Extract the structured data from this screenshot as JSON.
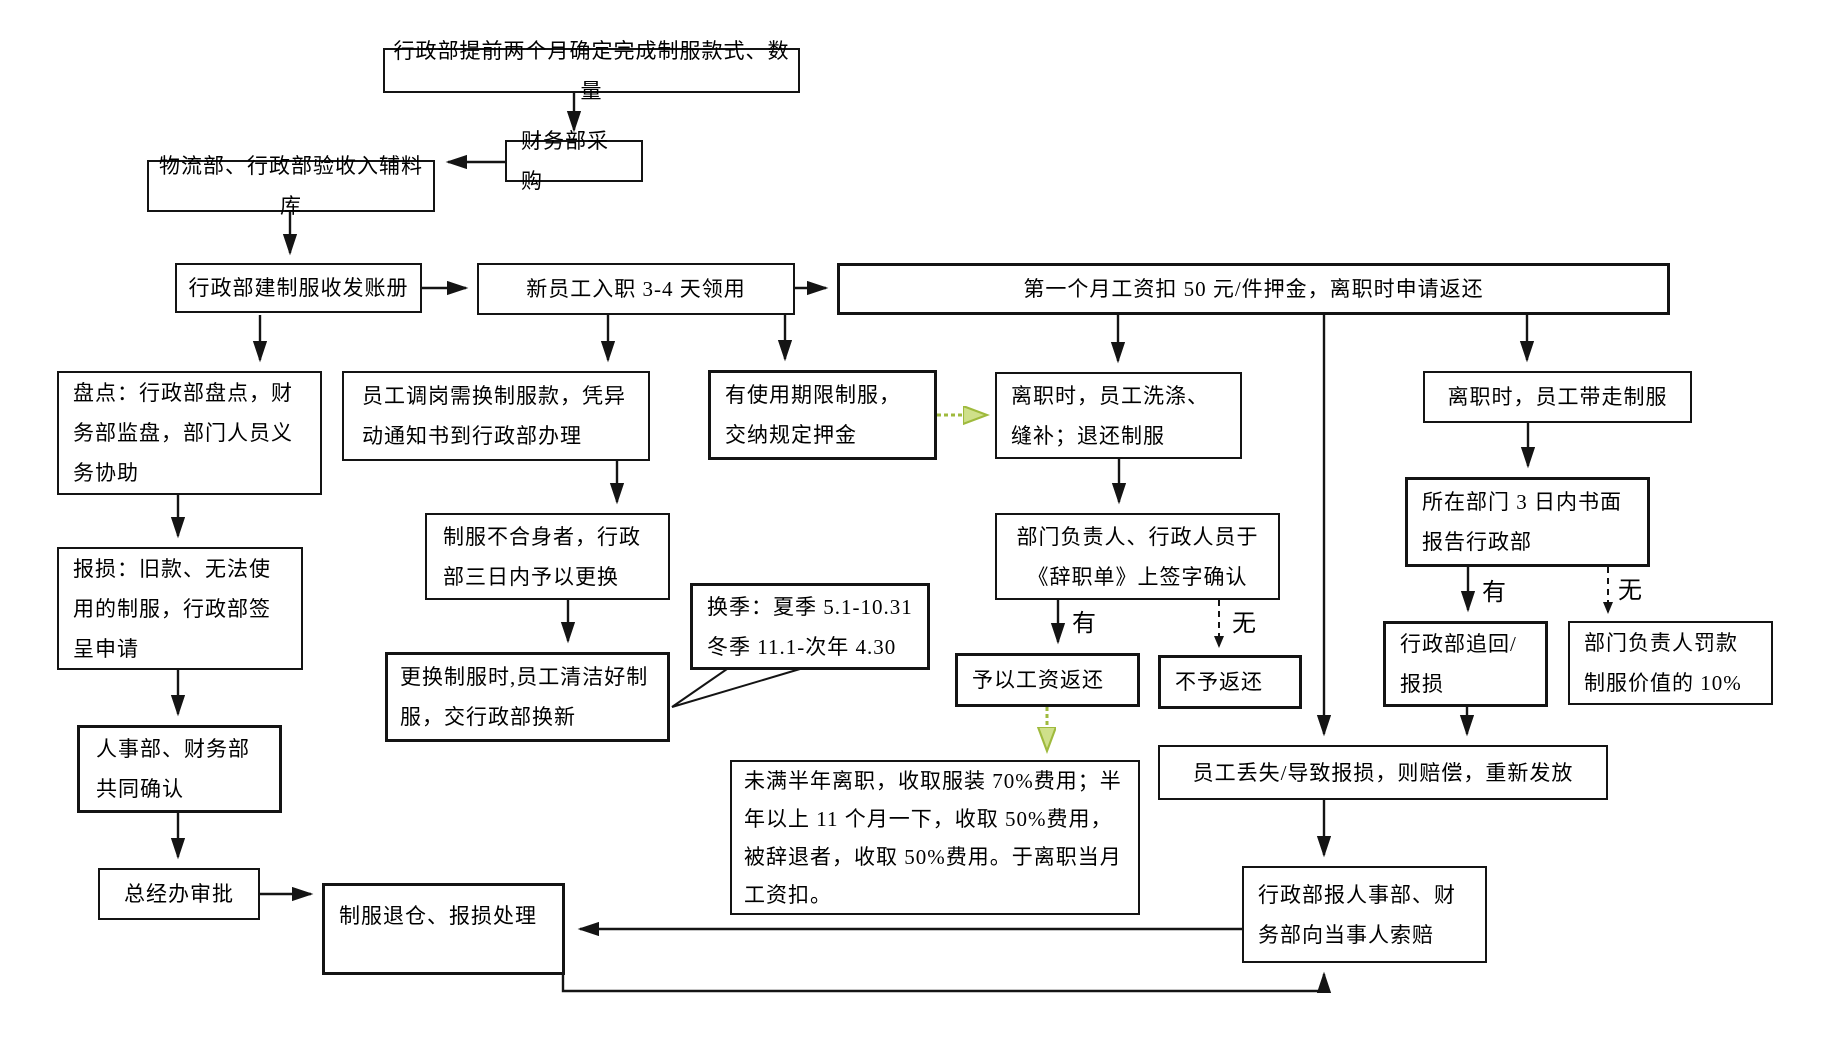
{
  "diagram_title": "uniform-management-flowchart",
  "colors": {
    "line": "#141414",
    "box_border": "#141414",
    "background": "#ffffff",
    "green_arrow": "#9fba3d",
    "green_arrow_fill": "#cfe08a"
  },
  "nodes": {
    "confirm_style": "行政部提前两个月确定完成制服款式、数量",
    "purchase": "财务部采购",
    "warehouse_in": "物流部、行政部验收入辅料库",
    "ledger": "行政部建制服收发账册",
    "new_employee": "新员工入职 3-4 天领用",
    "deposit": "第一个月工资扣 50 元/件押金，离职时申请返还",
    "stocktake": "盘点：行政部盘点，财务部监盘，部门人员义务协助",
    "transfer": "员工调岗需换制服款，凭异动通知书到行政部办理",
    "term_uniform": "有使用期限制服，交纳规定押金",
    "wash_return": "离职时，员工洗涤、缝补；退还制服",
    "take_away": "离职时，员工带走制服",
    "unfit": "制服不合身者，行政部三日内予以更换",
    "sign_confirm": "部门负责人、行政人员于《辞职单》上签字确认",
    "damage_report": "报损：旧款、无法使用的制服，行政部签呈申请",
    "dept_report": "所在部门 3 日内书面报告行政部",
    "season_note": "换季：夏季 5.1-10.31 冬季 11.1-次年 4.30",
    "clean_exchange": "更换制服时,员工清洁好制服，交行政部换新",
    "salary_refund": "予以工资返还",
    "no_refund": "不予返还",
    "recover": "行政部追回/报损",
    "fine": "部门负责人罚款制服价值的 10%",
    "hr_finance_confirm": "人事部、财务部共同确认",
    "fee_rule": "未满半年离职，收取服装 70%费用；半年以上 11 个月一下，收取 50%费用，被辞退者，收取 50%费用。于离职当月工资扣。",
    "lost_compensate": "员工丢失/导致报损，则赔偿，重新发放",
    "gm_approval": "总经办审批",
    "claim": "行政部报人事部、财务部向当事人索赔",
    "return_storage": "制服退仓、报损处理"
  },
  "branch_labels": {
    "left_yes": "有",
    "left_no": "无",
    "right_yes": "有",
    "right_no": "无"
  }
}
